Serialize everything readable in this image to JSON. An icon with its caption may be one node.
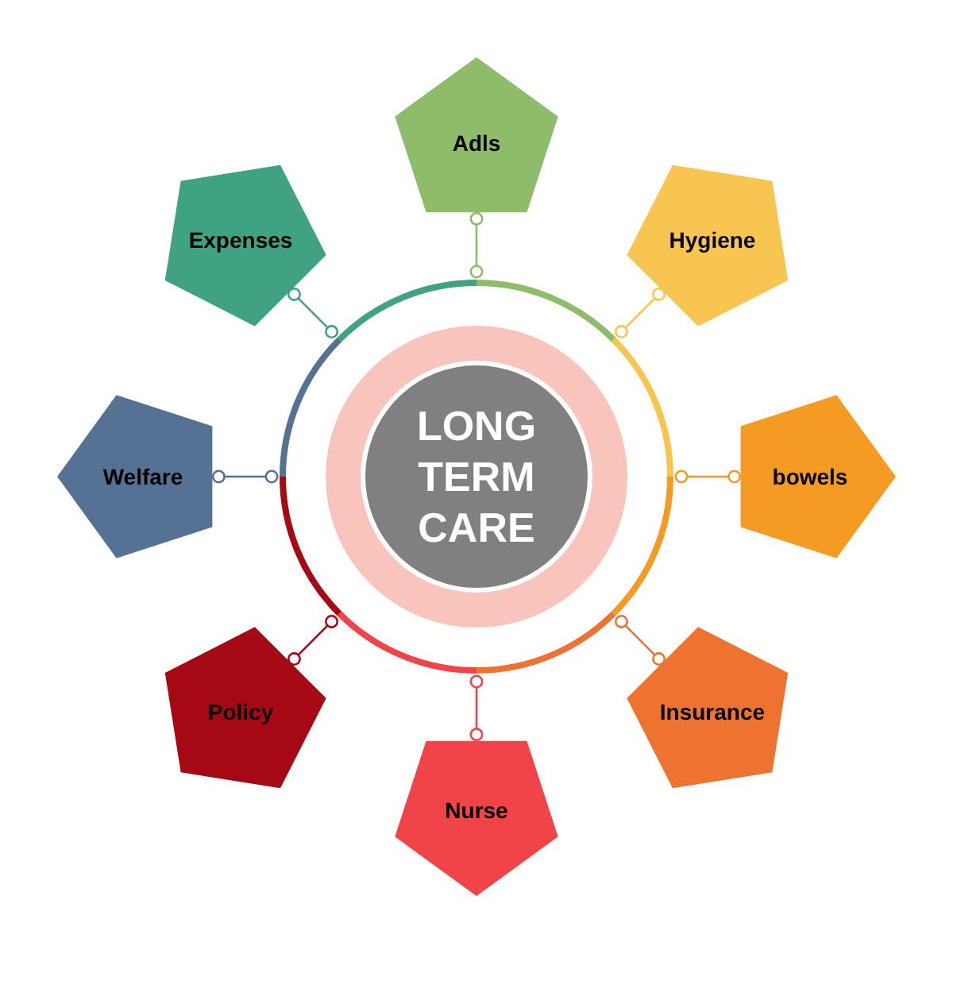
{
  "diagram": {
    "nodes": [
      {
        "text": [
          "LONG TERM CARE"
        ]
      },
      {
        "text": [
          "Adls"
        ]
      },
      {
        "text": [
          "Hygiene"
        ]
      },
      {
        "text": [
          "bowels"
        ]
      },
      {
        "text": [
          "Insurance"
        ]
      },
      {
        "text": [
          "Nurse"
        ]
      },
      {
        "text": [
          "Policy"
        ]
      },
      {
        "text": [
          "Welfare"
        ]
      },
      {
        "text": [
          "Expenses"
        ]
      }
    ],
    "edges": [
      {
        "from": 0,
        "to": 1,
        "arrow": "other",
        "color": "#8fbc6a"
      },
      {
        "from": 0,
        "to": 2,
        "arrow": "other",
        "color": "#f7c550"
      },
      {
        "from": 0,
        "to": 3,
        "arrow": "other",
        "color": "#f59a23"
      },
      {
        "from": 0,
        "to": 4,
        "arrow": "other",
        "color": "#ee7230"
      },
      {
        "from": 0,
        "to": 5,
        "arrow": "other",
        "color": "#f04448"
      },
      {
        "from": 0,
        "to": 6,
        "arrow": "other",
        "color": "#a50a14"
      },
      {
        "from": 0,
        "to": 7,
        "arrow": "other",
        "color": "#557294"
      },
      {
        "from": 0,
        "to": 8,
        "arrow": "other",
        "color": "#3fa283"
      }
    ]
  }
}
